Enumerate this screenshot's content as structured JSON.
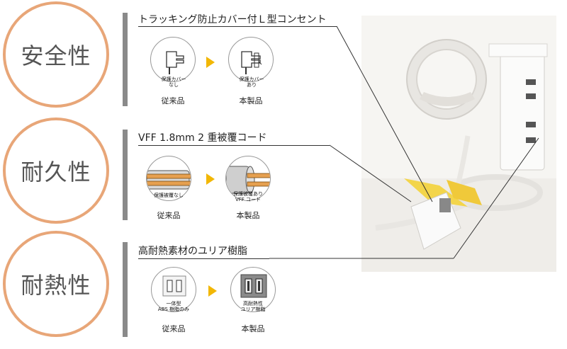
{
  "sections": [
    {
      "badge": "安全性",
      "title": "トラッキング防止カバー付Ｌ型コンセント",
      "left_inner": "保護カバー\nなし",
      "right_inner": "保護カバー\nあり",
      "left_caption": "従来品",
      "right_caption": "本製品"
    },
    {
      "badge": "耐久性",
      "title": "VFF 1.8mm 2 重被覆コード",
      "left_inner": "保護被覆なし",
      "right_inner": "保護被覆あり\nVFF コード",
      "left_caption": "従来品",
      "right_caption": "本製品"
    },
    {
      "badge": "耐熱性",
      "title": "高耐熱素材のユリア樹脂",
      "left_inner": "一体型\nABS 樹脂のみ",
      "right_inner": "高耐熱性\nユリア樹脂",
      "left_caption": "従来品",
      "right_caption": "本製品"
    }
  ],
  "colors": {
    "badge_border": "#e8a678",
    "arrow": "#f2b705",
    "bar": "#8a8a8a"
  },
  "icons": [
    "l-plug-icon",
    "cable-cross-section-icon",
    "outlet-icon",
    "arrow-right-icon"
  ]
}
